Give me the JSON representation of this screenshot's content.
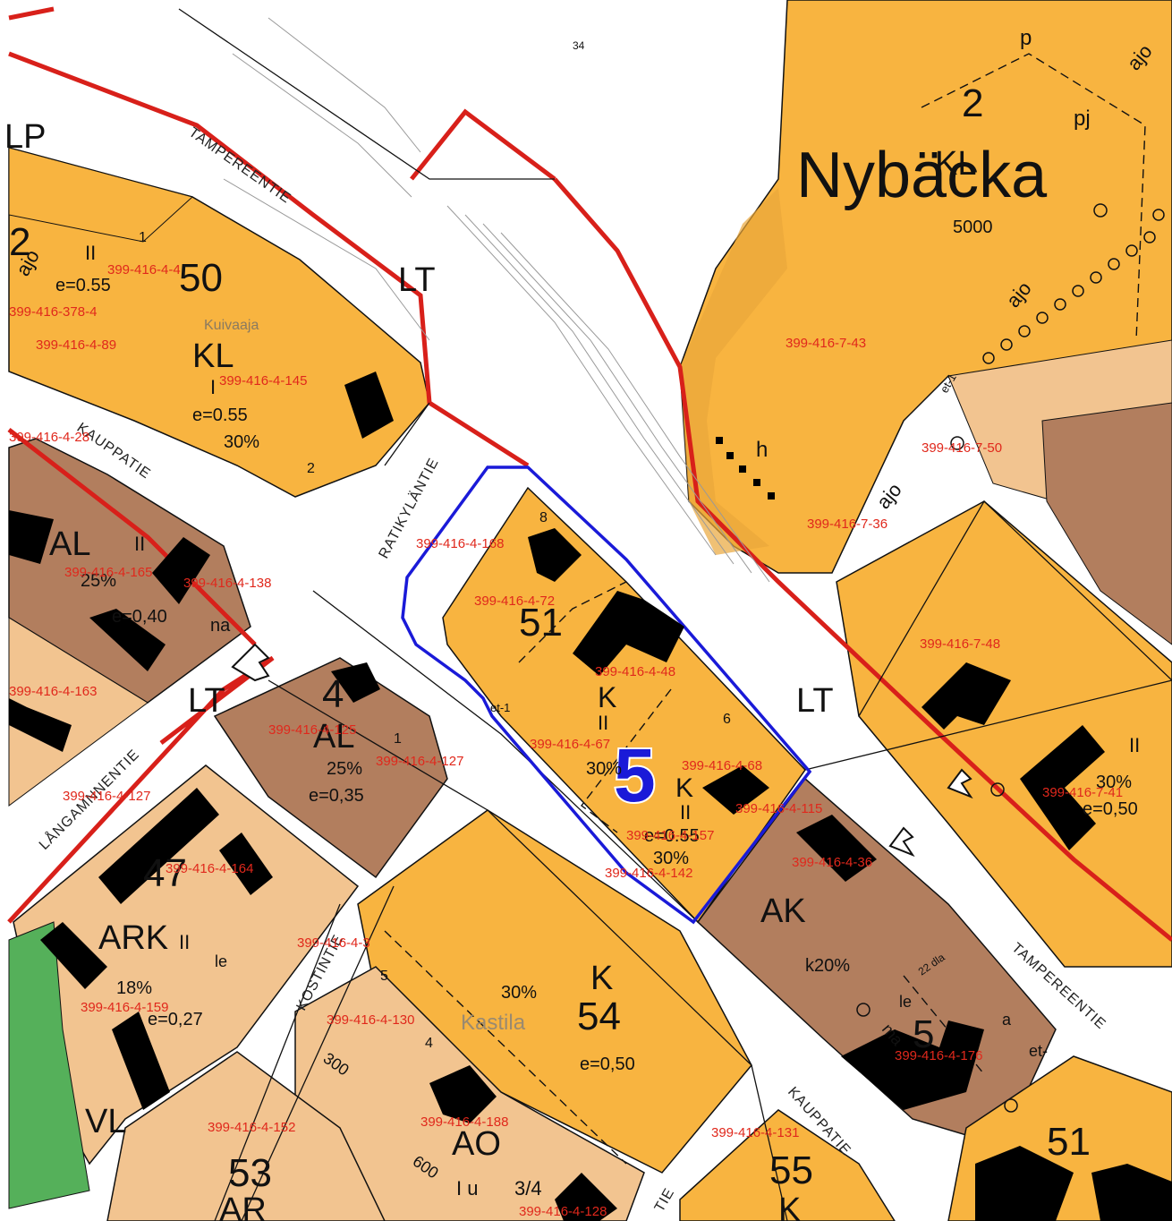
{
  "map": {
    "district_name": "Nybäcka",
    "site_number": "5",
    "sheet_number": "34",
    "colors": {
      "commercial_orange": "#f8b440",
      "residential_brown": "#b27e5e",
      "residential_light": "#f2c490",
      "road_white": "#ffffff",
      "boundary_red": "#d8201a",
      "highlight_blue": "#1a1ad8",
      "green_area": "#55b05a",
      "building_black": "#000000"
    },
    "streets": {
      "tampereentie_nw": "TAMPEREENTIE",
      "tampereentie_se": "TAMPEREENTIE",
      "kauppatie_w": "KAUPPATIE",
      "kauppatie_s": "KAUPPATIE",
      "ratikylantie": "RATIKYLÄNTIE",
      "langamnnentie": "LÅNGAMNNENTIE",
      "kostintie": "KOSTINTIE",
      "tie_south": "TIE"
    },
    "zones": {
      "lt_north": "LT",
      "lt_east": "LT",
      "lt_west": "LT",
      "kl_nw": "KL",
      "kl_ne": "KL",
      "al_w": "AL",
      "al_mid": "AL",
      "ark": "ARK",
      "ak": "AK",
      "ao": "AO",
      "ar": "AR",
      "lp": "LP",
      "vl": "VL",
      "k_site": "K",
      "k_site_b": "K",
      "k_54": "K",
      "k_55": "K"
    },
    "blocks": {
      "b50": "50",
      "b51": "51",
      "b47": "47",
      "b54": "54",
      "b53": "53",
      "b55": "55",
      "b51_se": "51",
      "b2_ne": "2",
      "b4_mid": "4",
      "b2_w": "2",
      "b5_ak": "5"
    },
    "annotations": {
      "e055_a": "e=0.55",
      "e055_b": "e=0.55",
      "p30_a": "30%",
      "p25_a": "25%",
      "e040": "e=0,40",
      "na": "na",
      "p25_b": "25%",
      "e035": "e=0,35",
      "p18": "18%",
      "e027": "e=0,27",
      "p30_site": "30%",
      "p30_site_b": "30%",
      "e055_site": "e=0.55",
      "p30_54": "30%",
      "e050_54": "e=0,50",
      "k20": "k20%",
      "p30_ne": "30%",
      "e050_ne": "e=0,50",
      "n5000": "5000",
      "ajo_nw": "ajo",
      "ajo_ne": "ajo",
      "ajo_top": "ajo",
      "ajo_mid": "ajo",
      "p": "p",
      "pj": "pj",
      "h": "h",
      "le_a": "le",
      "le_b": "le",
      "ma": "ma",
      "et1_a": "et-1",
      "et1_b": "et-1",
      "et_se": "et-",
      "n300": "300",
      "n600": "600",
      "iu": "I u",
      "n34": "3/4",
      "dla": "22 dla",
      "a": "a",
      "lot1": "1",
      "lot2": "2",
      "lot8": "8",
      "lot6": "6",
      "lot4": "4",
      "lot5": "5",
      "lot1_b": "1",
      "II_a": "II",
      "II_b": "II",
      "II_c": "II",
      "II_d": "II",
      "II_e": "II",
      "II_f": "II",
      "I_a": "I",
      "place_kuivaaja": "Kuivaaja",
      "place_kastila": "Kastila"
    },
    "parcels": {
      "p1": "399-416-4-145",
      "p2": "399-416-4-168",
      "p3": "399-416-4-72",
      "p4": "399-416-4-48",
      "p5": "399-416-4-67",
      "p6": "399-416-4-68",
      "p7": "399-416-4-142",
      "p8": "399-416-4-157",
      "p9": "399-416-4-125",
      "p10": "399-416-4-127",
      "p11": "399-416-4-164",
      "p12": "399-416-4-159",
      "p13": "399-416-4-130",
      "p14": "399-416-4-152",
      "p15": "399-416-4-188",
      "p16": "399-416-4-36",
      "p17": "399-416-4-115",
      "p18": "399-416-4-176",
      "p19": "399-416-7-43",
      "p20": "399-416-7-36",
      "p21": "399-416-7-48",
      "p22": "399-416-7-41",
      "p23": "399-416-7-50",
      "p24": "399-416-4-165",
      "p25": "399-416-4-138",
      "p26": "399-416-4-163",
      "p27": "399-416-4-127",
      "p28": "399-416-4-131",
      "p29": "399-416-4-128",
      "p30": "399-416-4-4",
      "p31": "399-416-378-4",
      "p32": "399-416-4-89",
      "p33": "399-416-4-28",
      "p34": "399-416-4-3"
    }
  }
}
